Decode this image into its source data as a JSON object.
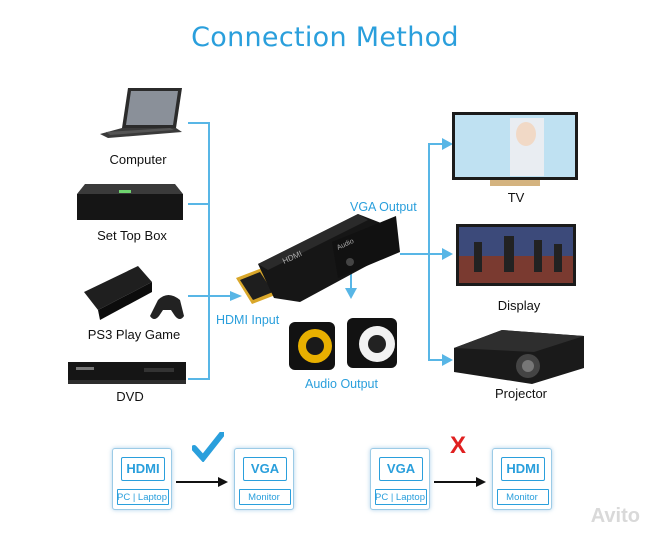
{
  "title": "Connection Method",
  "sources": [
    {
      "label": "Computer"
    },
    {
      "label": "Set Top Box"
    },
    {
      "label": "PS3 Play Game"
    },
    {
      "label": "DVD"
    }
  ],
  "input_label": "HDMI Input",
  "vga_label": "VGA Output",
  "audio_label": "Audio Output",
  "outputs": [
    {
      "label": "TV"
    },
    {
      "label": "Display"
    },
    {
      "label": "Projector"
    }
  ],
  "adapter_port_text": "Audio",
  "adapter_hdmi_text": "HDMI",
  "valid_example": {
    "from": {
      "badge": "HDMI",
      "sub": "PC | Laptop"
    },
    "to": {
      "badge": "VGA",
      "sub": "Monitor"
    },
    "mark": "check"
  },
  "invalid_example": {
    "from": {
      "badge": "VGA",
      "sub": "PC | Laptop"
    },
    "to": {
      "badge": "HDMI",
      "sub": "Monitor"
    },
    "mark": "X"
  },
  "watermark": "Avito",
  "colors": {
    "accent": "#2a9fdc",
    "line": "#58b6e6",
    "cross": "#e02020"
  }
}
